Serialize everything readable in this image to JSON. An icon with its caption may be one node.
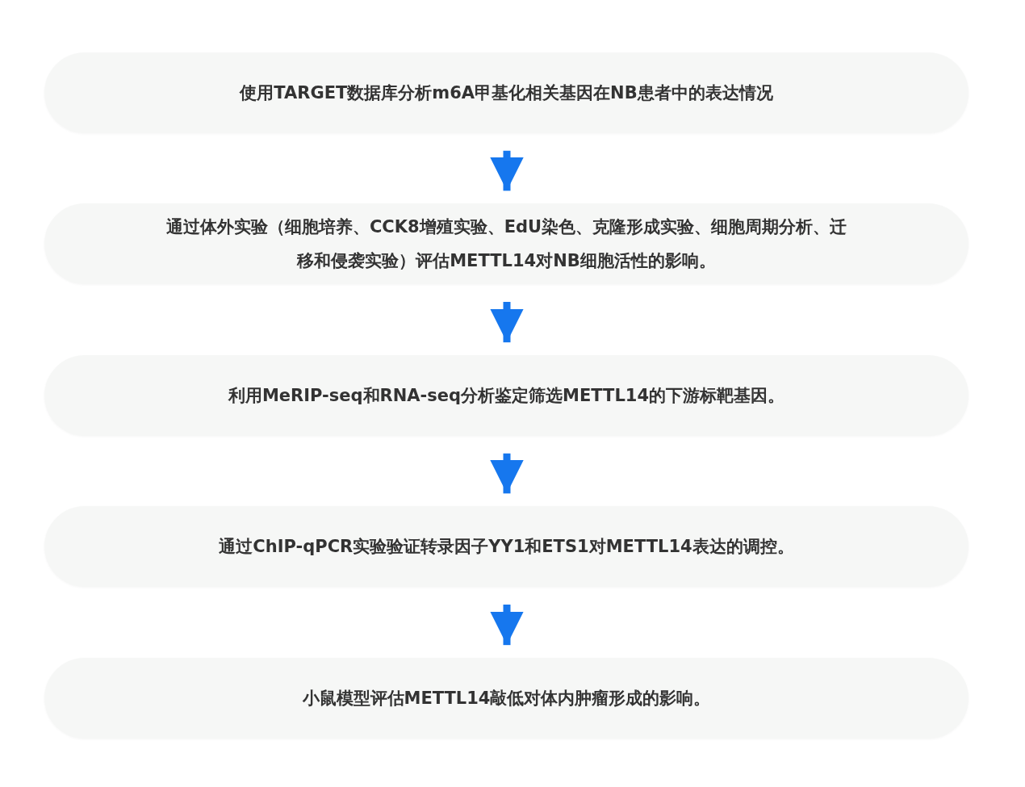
{
  "diagram": {
    "nodes": [
      {
        "text": [
          "使用TARGET数据库分析m6A甲基化相关基因在NB患者中的表达情况"
        ]
      },
      {
        "text": [
          "通过体外实验（细胞培养、CCK8增殖实验、EdU染色、克隆形成实验、细胞周期分析、迁移和侵袭实验）评估METTL14对NB细胞活性的影响。"
        ]
      },
      {
        "text": [
          "利用MeRIP-seq和RNA-seq分析鉴定筛选METTL14的下游标靶基因。"
        ]
      },
      {
        "text": [
          "通过ChIP-qPCR实验验证转录因子YY1和ETS1对METTL14表达的调控。"
        ]
      },
      {
        "text": [
          "小鼠模型评估METTL14敲低对体内肿瘤形成的影响。"
        ]
      }
    ],
    "edges": [
      {
        "from": 0,
        "to": 1,
        "arrow": "to"
      },
      {
        "from": 1,
        "to": 2,
        "arrow": "to"
      },
      {
        "from": 2,
        "to": 3,
        "arrow": "to"
      },
      {
        "from": 3,
        "to": 4,
        "arrow": "to"
      }
    ]
  }
}
